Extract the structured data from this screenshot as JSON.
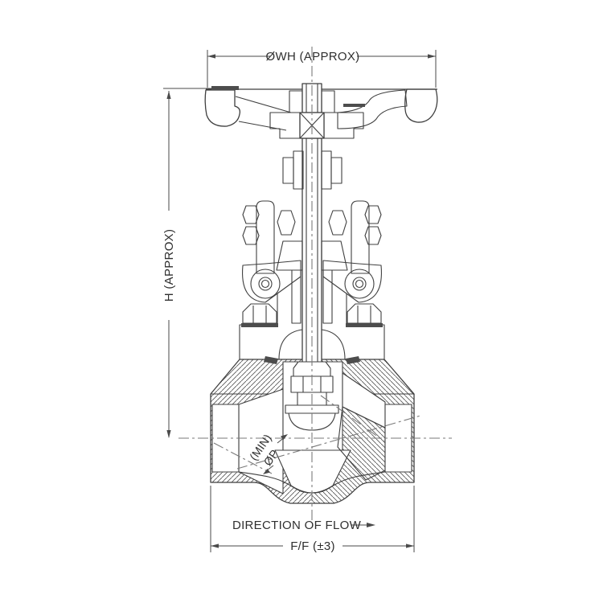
{
  "drawing": {
    "type": "valve-cross-section-engineering-drawing",
    "labels": {
      "dim_top": "ØWH (APPROX)",
      "dim_height": "H (APPROX)",
      "bore_min": "(MIN)",
      "bore_dia": "ØP",
      "flow": "DIRECTION OF FLOW",
      "dim_face": "F/F (±3)"
    },
    "colors": {
      "line": "#3f3f3f",
      "dim": "#4a4a4a",
      "text": "#2f2f2f",
      "hatch": "#5a5a5a",
      "seal": "#4d4d4d",
      "center": "#7a7a7a",
      "bg": "#ffffff"
    }
  }
}
